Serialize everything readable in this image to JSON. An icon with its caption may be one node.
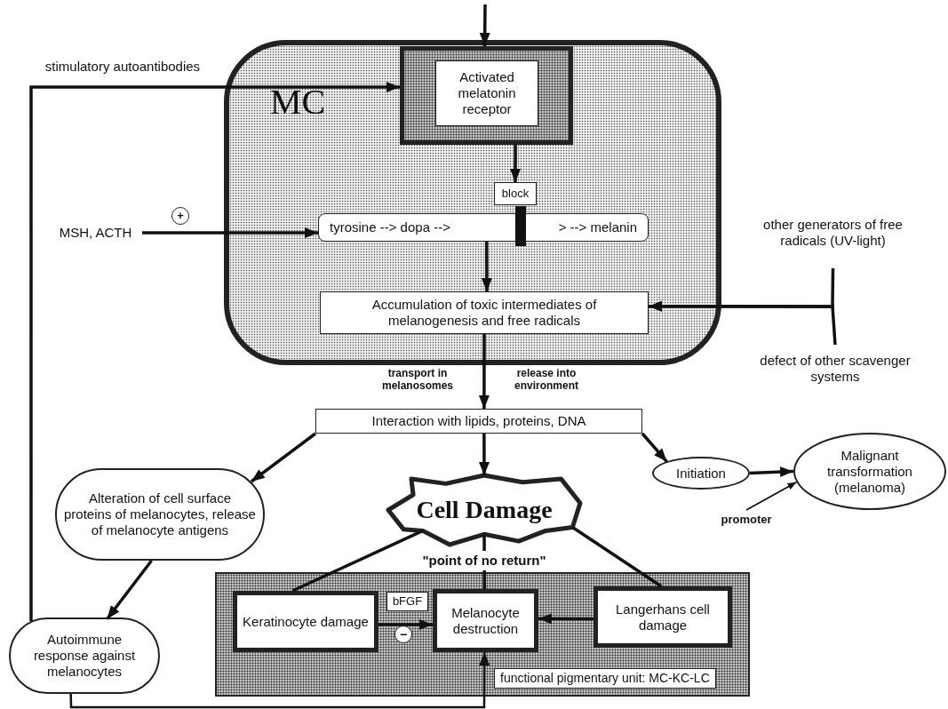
{
  "diagram": {
    "nodes": [
      {
        "text": [
          "MC"
        ]
      },
      {
        "text": [],
        "shape": "box",
        "in": 0
      },
      {
        "text": [
          "Activated melatonin receptor"
        ],
        "in": 1
      },
      {
        "text": [
          "block"
        ],
        "in": 0
      },
      {
        "text": [
          "tyrosine --> dopa -->",
          "> --> melanin"
        ],
        "in": 0
      },
      {
        "text": [
          "Accumulation of toxic intermediates of melanogenesis and free radicals"
        ],
        "in": 0
      },
      {
        "text": [
          "MSH, ACTH"
        ]
      },
      {
        "text": [
          "other generators of free radicals (UV-light)"
        ]
      },
      {
        "text": [
          "defect of other scavenger systems"
        ]
      },
      {
        "text": [
          "Interaction with lipids, proteins, DNA"
        ]
      },
      {
        "text": [
          "Alteration of cell surface proteins of melanocytes, release of melanocyte antigens"
        ]
      },
      {
        "text": [
          "Cell Damage"
        ],
        "beside": [
          "\"point of no return\""
        ]
      },
      {
        "text": [
          "Initiation"
        ]
      },
      {
        "text": [
          "Malignant transformation (melanoma)"
        ]
      },
      {
        "text": [
          "promoter"
        ]
      },
      {
        "text": [
          "Autoimmune response against melanocytes"
        ]
      },
      {
        "text": [
          "functional pigmentary unit: MC-KC-LC"
        ]
      },
      {
        "text": [
          "Keratinocyte damage"
        ],
        "in": 16
      },
      {
        "text": [
          "Melanocyte destruction"
        ],
        "in": 16
      },
      {
        "text": [
          "Langerhans cell damage"
        ],
        "in": 16
      }
    ],
    "edges": [
      {
        "from": null,
        "to": 1,
        "arrow": "to"
      },
      {
        "from": 15,
        "to": 1,
        "arrow": "to",
        "label": "stimulatory autoantibodies"
      },
      {
        "from": 1,
        "to": 3,
        "arrow": "to"
      },
      {
        "from": 6,
        "to": 4,
        "arrow": "to",
        "label": "+"
      },
      {
        "from": 4,
        "to": 5,
        "arrow": "to"
      },
      {
        "from": 7,
        "to": 5,
        "arrow": "to"
      },
      {
        "from": 8,
        "to": 5,
        "arrow": "to"
      },
      {
        "from": 5,
        "to": 9,
        "arrow": "to"
      },
      {
        "from": 9,
        "to": 10,
        "arrow": "to"
      },
      {
        "from": 9,
        "to": 11,
        "arrow": "to"
      },
      {
        "from": 9,
        "to": 12,
        "arrow": "to"
      },
      {
        "from": 12,
        "to": 13,
        "arrow": "to"
      },
      {
        "from": 14,
        "to": 13,
        "arrow": "to"
      },
      {
        "from": 10,
        "to": 15,
        "arrow": "to"
      },
      {
        "from": 11,
        "to": 17,
        "arrow": "none"
      },
      {
        "from": 11,
        "to": 18,
        "arrow": "none"
      },
      {
        "from": 11,
        "to": 19,
        "arrow": "none"
      },
      {
        "from": 17,
        "to": 18,
        "arrow": "to",
        "label": "bFGF"
      },
      {
        "from": 19,
        "to": 18,
        "arrow": "to"
      },
      {
        "from": 15,
        "to": 18,
        "arrow": "to"
      }
    ],
    "labels": [
      "transport in melanosomes",
      "release into environment",
      "−"
    ]
  }
}
